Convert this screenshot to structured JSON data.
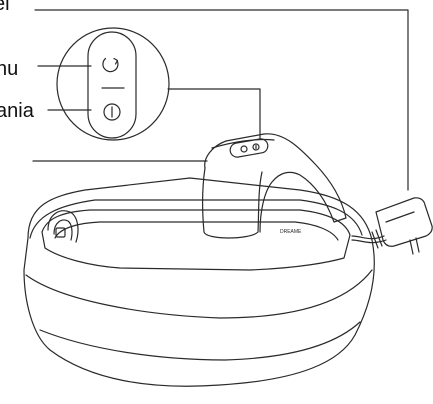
{
  "labels": {
    "cable": "el",
    "menu": "nu",
    "power": "ania"
  },
  "device": {
    "brand_mark": "DREAME"
  },
  "icons": [
    "menu-cycle-icon",
    "power-icon",
    "plug-icon"
  ],
  "colors": {
    "line": "#2a2a2a",
    "background": "#ffffff"
  }
}
